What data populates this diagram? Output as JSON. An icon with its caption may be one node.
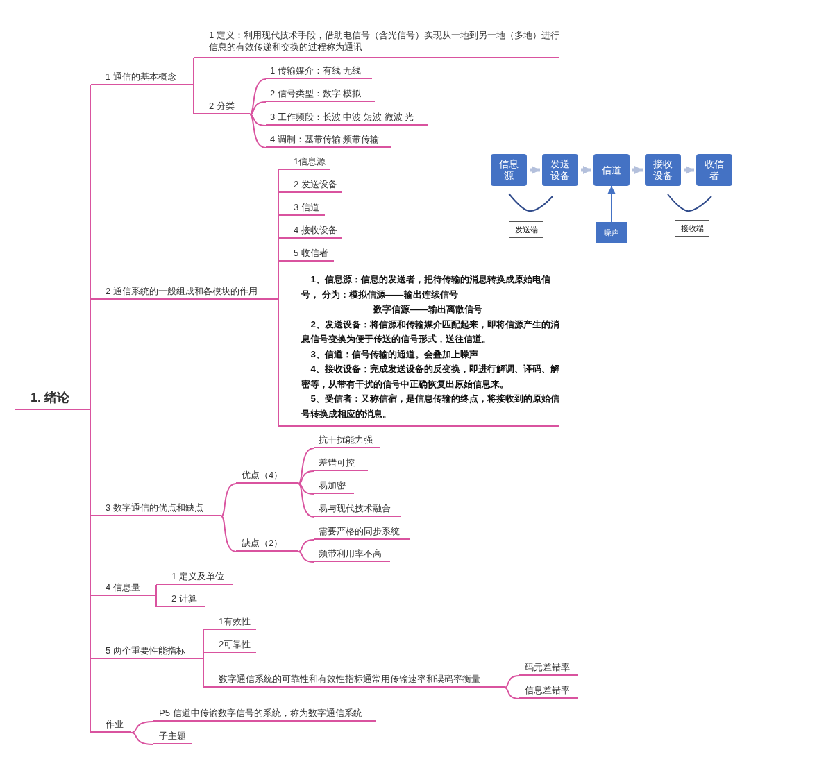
{
  "diagram": {
    "nodes": [
      {
        "text": [
          "1. 绪论"
        ]
      },
      {
        "text": [
          "1 通信的基本概念"
        ]
      },
      {
        "text": [
          "1 定义：利用现代技术手段，借助电信号（含光信号）实现从一地到另一地（多地）进行信息的有效传递和交换的过程称为通讯"
        ]
      },
      {
        "text": [
          "2 分类"
        ]
      },
      {
        "text": [
          "1 传输媒介：有线 无线"
        ]
      },
      {
        "text": [
          "2 信号类型：数字 模拟"
        ]
      },
      {
        "text": [
          "3 工作频段：长波 中波 短波 微波 光"
        ]
      },
      {
        "text": [
          "4 调制：基带传输 频带传输"
        ]
      },
      {
        "text": [
          "2 通信系统的一般组成和各模块的作用"
        ]
      },
      {
        "text": [
          "1信息源"
        ]
      },
      {
        "text": [
          "2 发送设备"
        ]
      },
      {
        "text": [
          "3 信道"
        ]
      },
      {
        "text": [
          "4 接收设备"
        ]
      },
      {
        "text": [
          "5 收信者"
        ]
      },
      {
        "text": [
          "1、信息源：信息的发送者，把待传输的消息转换成原始电信号， 分为：模拟信源——输出连续信号",
          "数字信源——输出离散信号",
          "2、发送设备：将信源和传输媒介匹配起来，即将信源产生的消息信号变换为便于传送的信号形式，送往信道。",
          "3、信道：信号传输的通道。会叠加上噪声",
          "4、接收设备：完成发送设备的反变换，即进行解调、译码、解密等，从带有干扰的信号中正确恢复出原始信息来。",
          "5、受信者：又称信宿，是信息传输的终点，将接收到的原始信号转换成相应的消息。"
        ]
      },
      {
        "text": [
          "3 数字通信的优点和缺点"
        ]
      },
      {
        "text": [
          "优点（4）"
        ]
      },
      {
        "text": [
          "抗干扰能力强"
        ]
      },
      {
        "text": [
          "差错可控"
        ]
      },
      {
        "text": [
          "易加密"
        ]
      },
      {
        "text": [
          "易与现代技术融合"
        ]
      },
      {
        "text": [
          "缺点（2）"
        ]
      },
      {
        "text": [
          "需要严格的同步系统"
        ]
      },
      {
        "text": [
          "频带利用率不高"
        ]
      },
      {
        "text": [
          "4 信息量"
        ]
      },
      {
        "text": [
          "1 定义及单位"
        ]
      },
      {
        "text": [
          "2 计算"
        ]
      },
      {
        "text": [
          "5 两个重要性能指标"
        ]
      },
      {
        "text": [
          "1有效性"
        ]
      },
      {
        "text": [
          "2可靠性"
        ]
      },
      {
        "text": [
          "数字通信系统的可靠性和有效性指标通常用传输速率和误码率衡量"
        ]
      },
      {
        "text": [
          "码元差错率"
        ]
      },
      {
        "text": [
          "信息差错率"
        ]
      },
      {
        "text": [
          "作业"
        ]
      },
      {
        "text": [
          "P5 信道中传输数字信号的系统，称为数字通信系统"
        ]
      },
      {
        "text": [
          "子主题"
        ]
      },
      {
        "text": [
          "信息源"
        ]
      },
      {
        "text": [
          "发送设备"
        ]
      },
      {
        "text": [
          "信道"
        ]
      },
      {
        "text": [
          "接收设备"
        ]
      },
      {
        "text": [
          "收信者"
        ]
      },
      {
        "text": [
          "噪声"
        ]
      },
      {
        "text": [
          "发送端"
        ]
      },
      {
        "text": [
          "接收端"
        ]
      }
    ],
    "edges": [
      {
        "from": 0,
        "to": 1,
        "arrow": "none"
      },
      {
        "from": 1,
        "to": 2,
        "arrow": "none"
      },
      {
        "from": 1,
        "to": 3,
        "arrow": "none"
      },
      {
        "from": 3,
        "to": 4,
        "arrow": "none"
      },
      {
        "from": 3,
        "to": 5,
        "arrow": "none"
      },
      {
        "from": 3,
        "to": 6,
        "arrow": "none"
      },
      {
        "from": 3,
        "to": 7,
        "arrow": "none"
      },
      {
        "from": 0,
        "to": 8,
        "arrow": "none"
      },
      {
        "from": 8,
        "to": 9,
        "arrow": "none"
      },
      {
        "from": 8,
        "to": 10,
        "arrow": "none"
      },
      {
        "from": 8,
        "to": 11,
        "arrow": "none"
      },
      {
        "from": 8,
        "to": 12,
        "arrow": "none"
      },
      {
        "from": 8,
        "to": 13,
        "arrow": "none"
      },
      {
        "from": 8,
        "to": 14,
        "arrow": "none"
      },
      {
        "from": 0,
        "to": 15,
        "arrow": "none"
      },
      {
        "from": 15,
        "to": 16,
        "arrow": "none"
      },
      {
        "from": 16,
        "to": 17,
        "arrow": "none"
      },
      {
        "from": 16,
        "to": 18,
        "arrow": "none"
      },
      {
        "from": 16,
        "to": 19,
        "arrow": "none"
      },
      {
        "from": 16,
        "to": 20,
        "arrow": "none"
      },
      {
        "from": 15,
        "to": 21,
        "arrow": "none"
      },
      {
        "from": 21,
        "to": 22,
        "arrow": "none"
      },
      {
        "from": 21,
        "to": 23,
        "arrow": "none"
      },
      {
        "from": 0,
        "to": 24,
        "arrow": "none"
      },
      {
        "from": 24,
        "to": 25,
        "arrow": "none"
      },
      {
        "from": 24,
        "to": 26,
        "arrow": "none"
      },
      {
        "from": 0,
        "to": 27,
        "arrow": "none"
      },
      {
        "from": 27,
        "to": 28,
        "arrow": "none"
      },
      {
        "from": 27,
        "to": 29,
        "arrow": "none"
      },
      {
        "from": 27,
        "to": 30,
        "arrow": "none"
      },
      {
        "from": 30,
        "to": 31,
        "arrow": "none"
      },
      {
        "from": 30,
        "to": 32,
        "arrow": "none"
      },
      {
        "from": 0,
        "to": 33,
        "arrow": "none"
      },
      {
        "from": 33,
        "to": 34,
        "arrow": "none"
      },
      {
        "from": 33,
        "to": 35,
        "arrow": "none"
      },
      {
        "from": 36,
        "to": 37,
        "arrow": "to",
        "style": "thick",
        "color": "#b4c0dc"
      },
      {
        "from": 37,
        "to": 38,
        "arrow": "to",
        "style": "thick",
        "color": "#b4c0dc"
      },
      {
        "from": 38,
        "to": 39,
        "arrow": "to",
        "style": "thick",
        "color": "#b4c0dc"
      },
      {
        "from": 39,
        "to": 40,
        "arrow": "to",
        "style": "thick",
        "color": "#b4c0dc"
      },
      {
        "from": 41,
        "to": 38,
        "arrow": "to",
        "color": "#4472c4"
      }
    ]
  }
}
